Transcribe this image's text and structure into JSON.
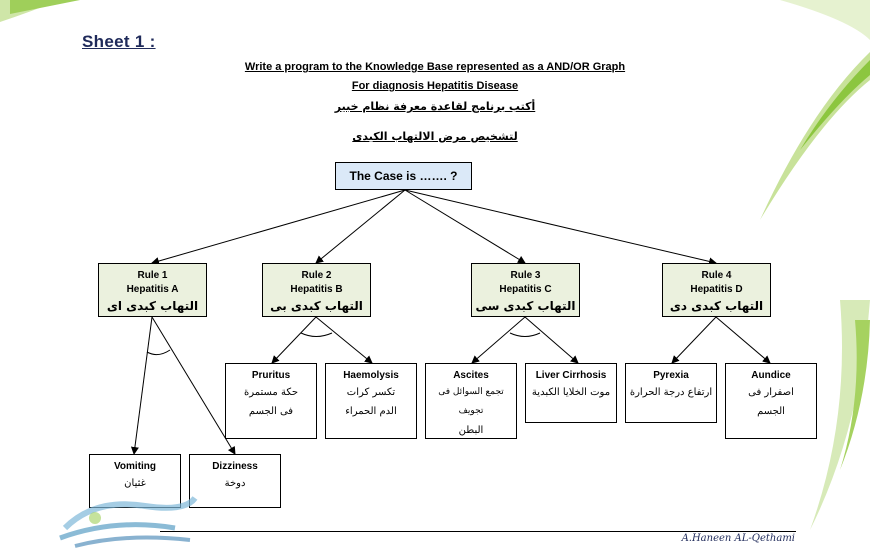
{
  "sheet_title": "Sheet 1 :",
  "headings": {
    "line1": "Write a program to the Knowledge Base represented as a AND/OR Graph",
    "line2": "For  diagnosis Hepatitis Disease",
    "line3": "أكتب برنامج لقاعدة معرفة نظام خبير",
    "line4": "لتشخيص مرض الالتهاب الكبدى"
  },
  "root": {
    "label": "The Case is ……. ?"
  },
  "rules": [
    {
      "name": "Rule 1",
      "type": "Hepatitis A",
      "arabic": "التهاب كبدى اى"
    },
    {
      "name": "Rule 2",
      "type": "Hepatitis B",
      "arabic": "التهاب كبدى بى"
    },
    {
      "name": "Rule 3",
      "type": "Hepatitis C",
      "arabic": "التهاب كبدى سى"
    },
    {
      "name": "Rule 4",
      "type": "Hepatitis D",
      "arabic": "التهاب كبدى دى"
    }
  ],
  "symptoms": [
    {
      "name": "Pruritus",
      "arabic1": "حكة مستمرة",
      "arabic2": "فى الجسم"
    },
    {
      "name": "Haemolysis",
      "arabic1": "تكسر كرات",
      "arabic2": "الدم الحمراء"
    },
    {
      "name": "Ascites",
      "arabic1": "تجمع السوائل فى تجويف",
      "arabic2": "البطن"
    },
    {
      "name": "Liver Cirrhosis",
      "arabic1": "موت الخلايا الكبدية",
      "arabic2": ""
    },
    {
      "name": "Pyrexia",
      "arabic1": "ارتفاع درجة الحرارة",
      "arabic2": ""
    },
    {
      "name": "Aundice",
      "arabic1": "اصفرار فى",
      "arabic2": "الجسم"
    },
    {
      "name": "Vomiting",
      "arabic1": "غثيان",
      "arabic2": ""
    },
    {
      "name": "Dizziness",
      "arabic1": "دوخة",
      "arabic2": ""
    }
  ],
  "footer": {
    "author": "A.Haneen AL-Qethami"
  },
  "colors": {
    "root_fill": "#dbe9f8",
    "rule_fill": "#ebf1de",
    "accent_green": "#8cc63f",
    "title_blue": "#1f2a5a"
  }
}
